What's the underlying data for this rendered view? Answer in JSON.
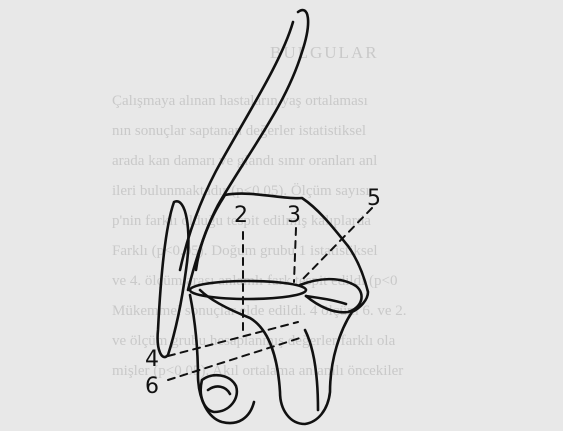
{
  "background_text": {
    "heading": "BULGULAR",
    "lines": [
      "Çalışmaya alınan hastaların yaş ortalaması",
      "nın sonuçlar saptanan değerler istatistiksel",
      "arada kan damarı ve glandı sınır oranları anl",
      "ileri bulunmaktadır (p<0.05). Ölçüm sayısı",
      "p'nin farklı olduğu tespit edilmiş kalıplarda",
      "Farklı (p<0.05). Doğum grubu 1 istatistiksel",
      "ve 4. ölçüm arası anlamlı fark tespit edildi (p<0",
      "Mükemmel sonuçlar elde edildi. 4 ölçüm 6. ve 2.",
      "ve ölçüm grubu hesaplanmış değerler farklı ola",
      "mişler (p<0.05). Akıl ortalama anlamlı öncekiler"
    ]
  },
  "labels": {
    "l2": "2",
    "l3": "3",
    "l4": "4",
    "l5": "5",
    "l6": "6"
  }
}
